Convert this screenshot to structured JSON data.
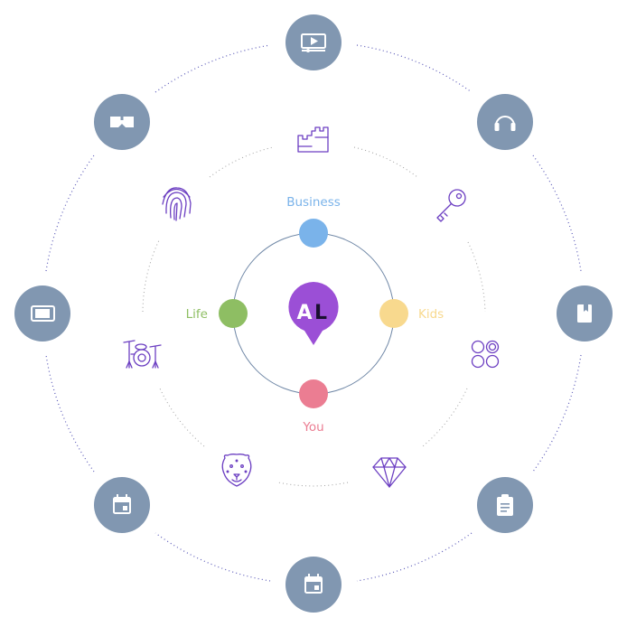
{
  "center": {
    "logo_text_a": "A",
    "logo_text_l": "L",
    "color": "#9b4fd6"
  },
  "categories": [
    {
      "name": "business",
      "label": "Business",
      "color": "#7ab3ea"
    },
    {
      "name": "kids",
      "label": "Kids",
      "color": "#f8d98e"
    },
    {
      "name": "you",
      "label": "You",
      "color": "#eb7d92"
    },
    {
      "name": "life",
      "label": "Life",
      "color": "#8ebe63"
    }
  ],
  "outer_icons": [
    "video-player-icon",
    "headphones-icon",
    "book-icon",
    "clipboard-icon",
    "calendar-icon",
    "calendar-icon",
    "tablet-icon",
    "vr-headset-icon"
  ],
  "middle_icons": [
    "castle-icon",
    "key-icon",
    "apps-grid-icon",
    "diamond-icon",
    "leopard-icon",
    "drum-kit-icon",
    "fingerprint-icon"
  ],
  "colors": {
    "outer_node": "#8197b1",
    "icon_purple": "#6c3fc2",
    "ring_dots": "#5a59b8"
  }
}
